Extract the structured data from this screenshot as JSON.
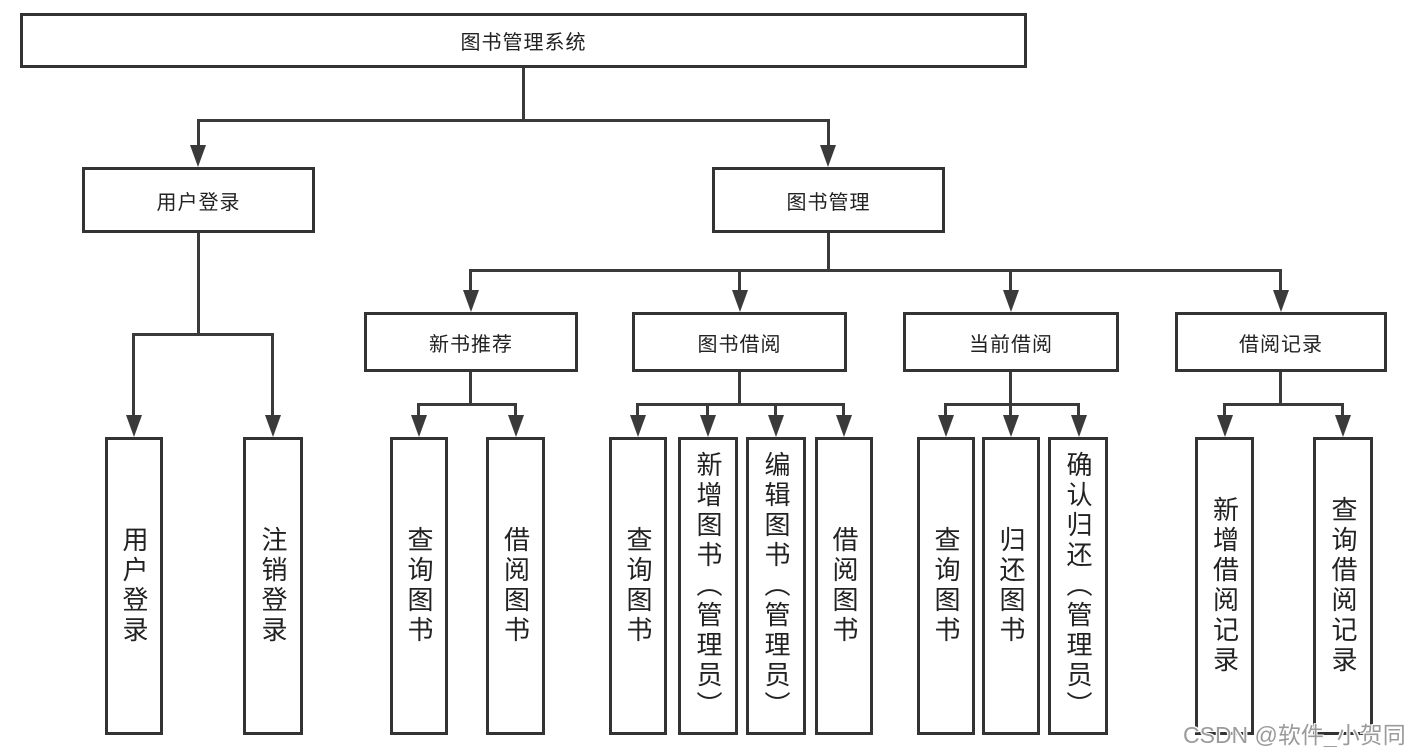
{
  "tree": {
    "label": "图书管理系统",
    "children": [
      {
        "label": "用户登录",
        "children": [
          {
            "label": "用户登录"
          },
          {
            "label": "注销登录"
          }
        ]
      },
      {
        "label": "图书管理",
        "children": [
          {
            "label": "新书推荐",
            "children": [
              {
                "label": "查询图书"
              },
              {
                "label": "借阅图书"
              }
            ]
          },
          {
            "label": "图书借阅",
            "children": [
              {
                "label": "查询图书"
              },
              {
                "label": "新增图书（管理员）"
              },
              {
                "label": "编辑图书（管理员）"
              },
              {
                "label": "借阅图书"
              }
            ]
          },
          {
            "label": "当前借阅",
            "children": [
              {
                "label": "查询图书"
              },
              {
                "label": "归还图书"
              },
              {
                "label": "确认归还（管理员）"
              }
            ]
          },
          {
            "label": "借阅记录",
            "children": [
              {
                "label": "新增借阅记录"
              },
              {
                "label": "查询借阅记录"
              }
            ]
          }
        ]
      }
    ]
  },
  "watermark": {
    "text": "CSDN @软件_小贺同学"
  },
  "colors": {
    "line": "#3a3a3a",
    "border": "#333333",
    "text": "#222222",
    "watermark": "#9b9b9b",
    "background": "#ffffff"
  }
}
